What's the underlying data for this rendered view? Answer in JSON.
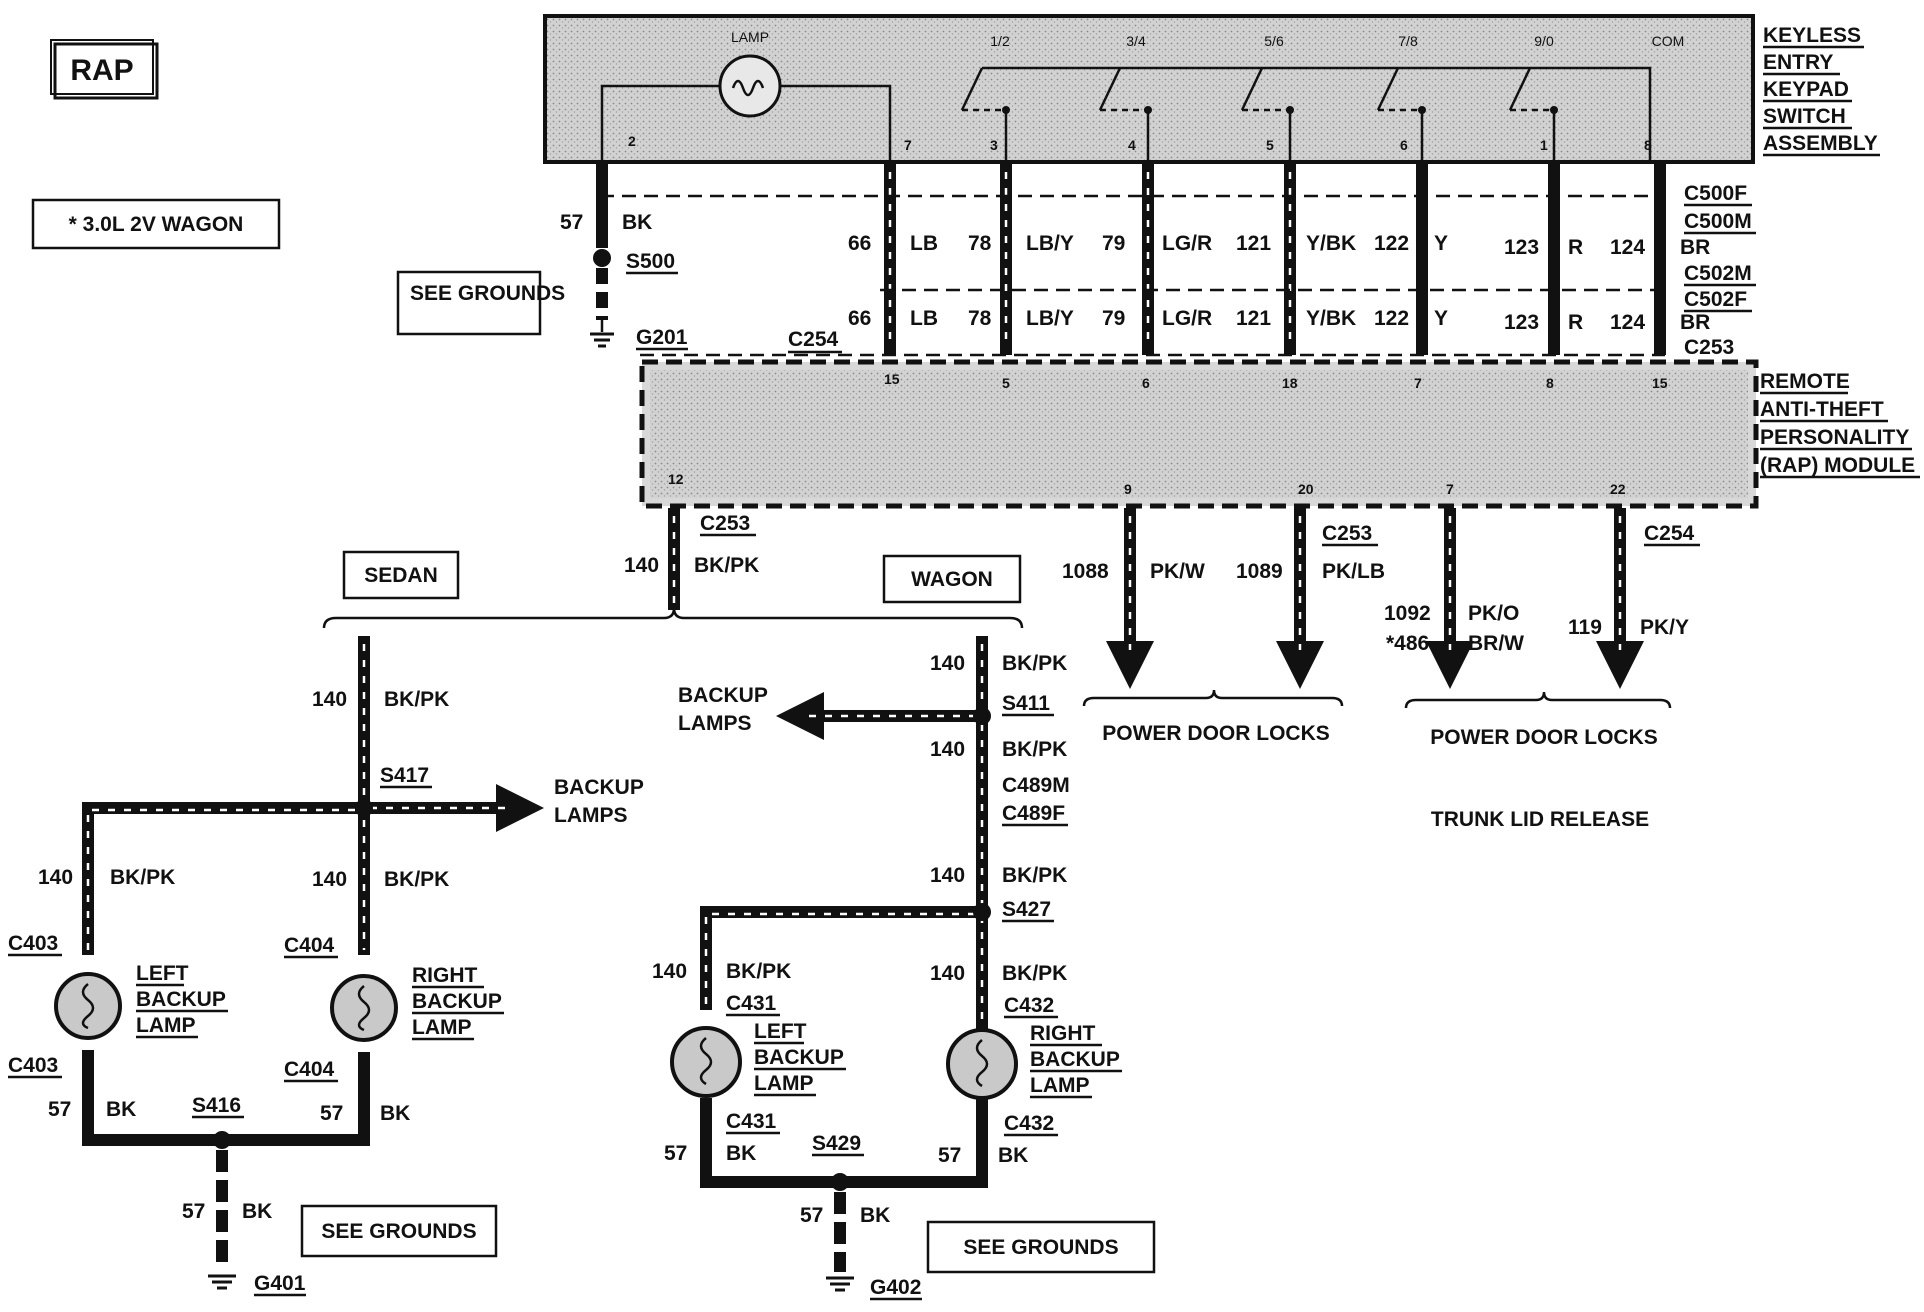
{
  "badges": {
    "rap": "RAP",
    "note": "* 3.0L 2V WAGON"
  },
  "keypad": {
    "title": [
      "KEYLESS",
      "ENTRY",
      "KEYPAD",
      "SWITCH",
      "ASSEMBLY"
    ],
    "lamp_label": "LAMP",
    "switch_labels": [
      "1/2",
      "3/4",
      "5/6",
      "7/8",
      "9/0",
      "COM"
    ],
    "pins": [
      "2",
      "7",
      "3",
      "4",
      "5",
      "6",
      "1",
      "8"
    ],
    "connectors_upper": [
      "C500F",
      "C500M"
    ],
    "connectors_lower": [
      "C502M",
      "C502F"
    ],
    "connector_c253_right": "C253",
    "connector_c254_left": "C254"
  },
  "harness_wires": [
    {
      "circuit": "66",
      "color": "LB"
    },
    {
      "circuit": "78",
      "color": "LB/Y"
    },
    {
      "circuit": "79",
      "color": "LG/R"
    },
    {
      "circuit": "121",
      "color": "Y/BK"
    },
    {
      "circuit": "122",
      "color": "Y"
    },
    {
      "circuit": "123",
      "color": "R"
    },
    {
      "circuit": "124",
      "color": "BR"
    }
  ],
  "ground_branch": {
    "circuit": "57",
    "color": "BK",
    "splice": "S500",
    "ground": "G201",
    "see": "SEE GROUNDS"
  },
  "rap_module": {
    "title": [
      "REMOTE",
      "ANTI-THEFT",
      "PERSONALITY",
      "(RAP) MODULE"
    ],
    "top_pins": [
      "15",
      "5",
      "6",
      "18",
      "7",
      "8",
      "15"
    ],
    "bottom_pins": [
      "12",
      "9",
      "20",
      "7",
      "22"
    ]
  },
  "outputs": {
    "main_connector": "C253",
    "main_wire": {
      "circuit": "140",
      "color": "BK/PK"
    },
    "door_group_1": {
      "connector": "C253",
      "wires": [
        {
          "circuit": "1088",
          "color": "PK/W"
        },
        {
          "circuit": "1089",
          "color": "PK/LB"
        }
      ],
      "label": "POWER DOOR LOCKS"
    },
    "door_group_2": {
      "connector": "C254",
      "wires": [
        {
          "circuit": "1092",
          "color": "PK/O"
        },
        {
          "circuit": "*486",
          "color": "BR/W"
        },
        {
          "circuit": "119",
          "color": "PK/Y"
        }
      ],
      "label": "POWER DOOR LOCKS",
      "sub_label": "TRUNK LID RELEASE"
    }
  },
  "sedan": {
    "title": "SEDAN",
    "feed": {
      "circuit": "140",
      "color": "BK/PK"
    },
    "splice": "S417",
    "backup_lamps": [
      "BACKUP",
      "LAMPS"
    ],
    "left": {
      "circuit": "140",
      "color": "BK/PK",
      "conn_top": "C403",
      "conn_bottom": "C403",
      "name": [
        "LEFT",
        "BACKUP",
        "LAMP"
      ],
      "gnd_circuit": "57",
      "gnd_color": "BK"
    },
    "right": {
      "circuit": "140",
      "color": "BK/PK",
      "conn_top": "C404",
      "conn_bottom": "C404",
      "name": [
        "RIGHT",
        "BACKUP",
        "LAMP"
      ],
      "gnd_circuit": "57",
      "gnd_color": "BK"
    },
    "ground_splice": "S416",
    "ground_wire": {
      "circuit": "57",
      "color": "BK"
    },
    "see": "SEE GROUNDS",
    "ground": "G401"
  },
  "wagon": {
    "title": "WAGON",
    "feed": {
      "circuit": "140",
      "color": "BK/PK"
    },
    "splice_1": "S411",
    "backup_lamps": [
      "BACKUP",
      "LAMPS"
    ],
    "mid_wire": {
      "circuit": "140",
      "color": "BK/PK"
    },
    "connectors": [
      "C489M",
      "C489F"
    ],
    "low_wire": {
      "circuit": "140",
      "color": "BK/PK"
    },
    "splice_2": "S427",
    "left": {
      "circuit": "140",
      "color": "BK/PK",
      "conn_top": "C431",
      "conn_bottom": "C431",
      "name": [
        "LEFT",
        "BACKUP",
        "LAMP"
      ],
      "gnd_circuit": "57",
      "gnd_color": "BK"
    },
    "right": {
      "circuit": "140",
      "color": "BK/PK",
      "conn_top": "C432",
      "conn_bottom": "C432",
      "name": [
        "RIGHT",
        "BACKUP",
        "LAMP"
      ],
      "gnd_circuit": "57",
      "gnd_color": "BK"
    },
    "ground_splice": "S429",
    "ground_wire": {
      "circuit": "57",
      "color": "BK"
    },
    "see": "SEE GROUNDS",
    "ground": "G402"
  }
}
